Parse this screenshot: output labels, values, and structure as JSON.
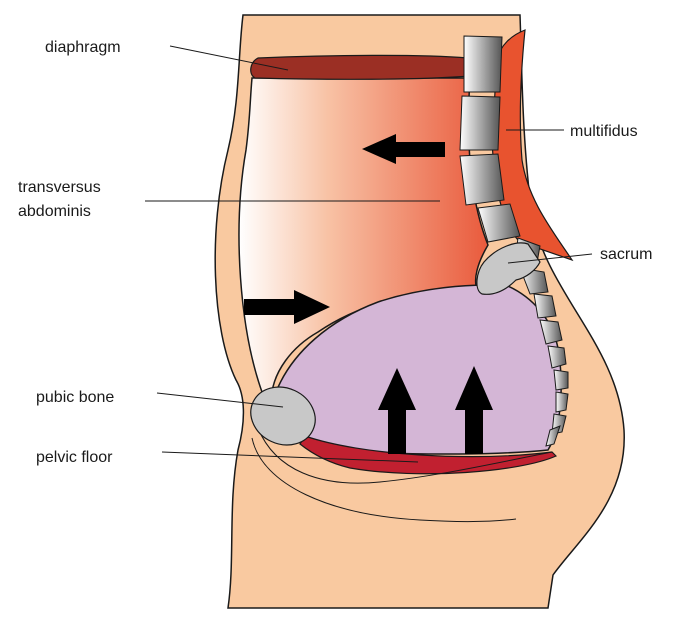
{
  "labels": {
    "diaphragm": "diaphragm",
    "multifidus": "multifidus",
    "transversus_line1": "transversus",
    "transversus_line2": "abdominis",
    "sacrum": "sacrum",
    "pubic_bone": "pubic bone",
    "pelvic_floor": "pelvic floor"
  },
  "colors": {
    "skin": "#f9c9a0",
    "diaphragm": "#9b2f24",
    "multifidus": "#e8532f",
    "transversus_deep": "#ec6c4c",
    "pelvic_cavity": "#d4b6d6",
    "pelvic_floor": "#c12030",
    "bone": "#c8c8c8",
    "arrow": "#000000"
  }
}
